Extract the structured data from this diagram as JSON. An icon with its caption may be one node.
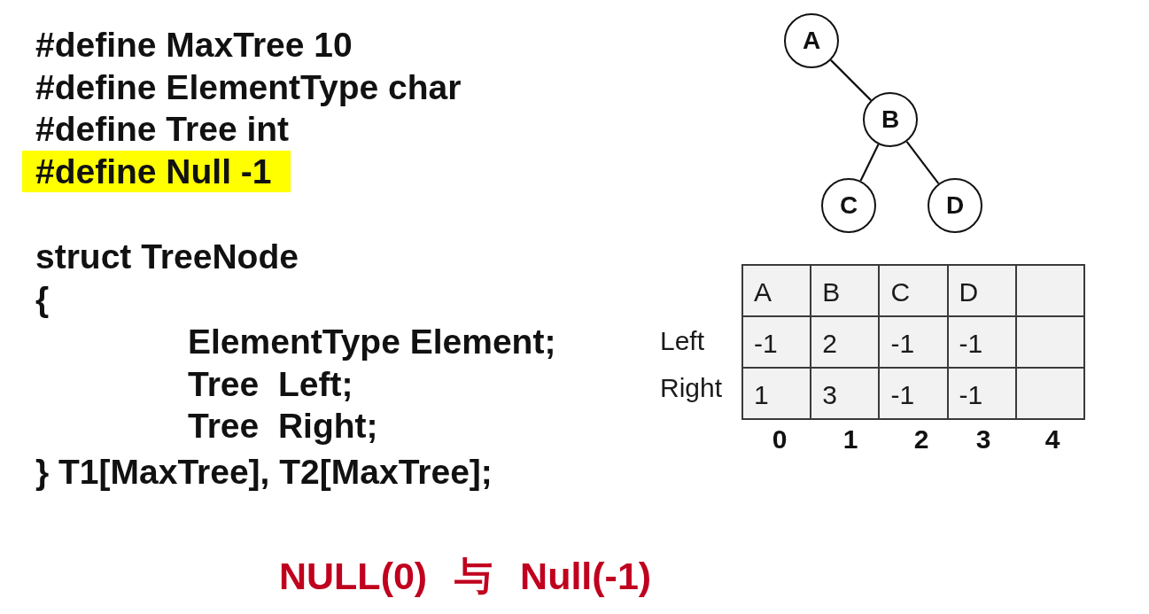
{
  "diagram": {
    "nodes": [
      {
        "text": [
          "A"
        ]
      },
      {
        "text": [
          "B"
        ]
      },
      {
        "text": [
          "C"
        ]
      },
      {
        "text": [
          "D"
        ]
      }
    ],
    "edges": [
      {
        "from": 0,
        "to": 1,
        "arrow": "none"
      },
      {
        "from": 1,
        "to": 2,
        "arrow": "none"
      },
      {
        "from": 1,
        "to": 3,
        "arrow": "none"
      }
    ],
    "labels": [
      "#define MaxTree 10",
      "#define ElementType char",
      "#define Tree int",
      "#define Null -1",
      "struct TreeNode",
      "{",
      "ElementType Element;",
      "Tree  Left;",
      "Tree  Right;",
      "} T1[MaxTree], T2[MaxTree];",
      "A",
      "B",
      "C",
      "D",
      "Left",
      "-1",
      "2",
      "-1",
      "-1",
      "Right",
      "1",
      "3",
      "-1",
      "-1",
      "0",
      "1",
      "2",
      "3",
      "4",
      "NULL(0) 与 Null(-1)"
    ]
  }
}
